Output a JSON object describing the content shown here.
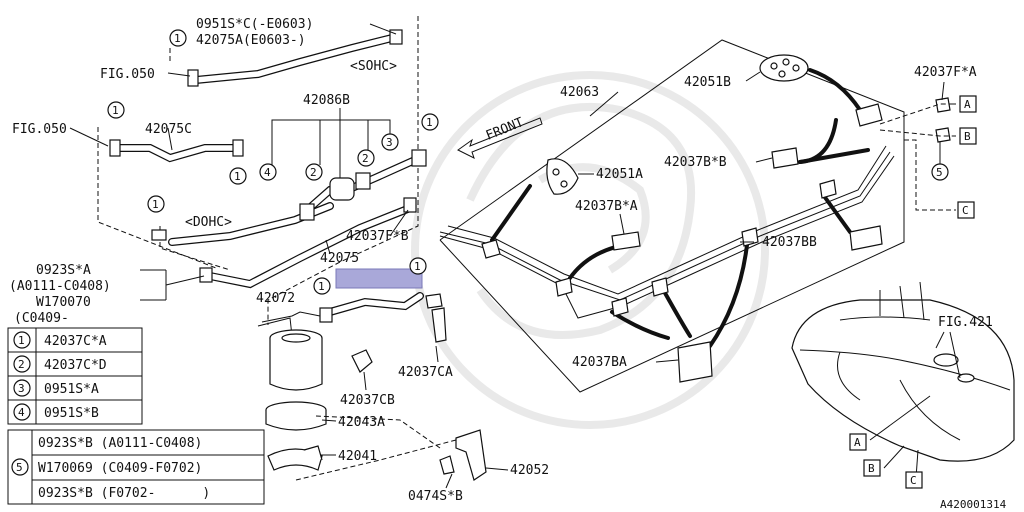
{
  "labels": {
    "p0951sc": "0951S*C(-E0603)",
    "p42075a": "42075A(E0603-)",
    "sohc": "<SOHC>",
    "fig050_top": "FIG.050",
    "p42086b": "42086B",
    "fig050_left": "FIG.050",
    "p42075c": "42075C",
    "dohc": "<DOHC>",
    "p42037fb": "42037F*B",
    "p42075": "42075",
    "p0923sa": "0923S*A",
    "p0923sa_range": "(A0111-C0408)",
    "w170070": "W170070",
    "c0409": "(C0409-",
    "p42072": "42072",
    "p42037ca": "42037CA",
    "p42037cb": "42037CB",
    "p42043a": "42043A",
    "p42041": "42041",
    "p42052": "42052",
    "p0474sb": "0474S*B",
    "p42063": "42063",
    "front": "FRONT",
    "p42051b": "42051B",
    "p42051a": "42051A",
    "p42037bb_star": "42037B*B",
    "p42037ba_star": "42037B*A",
    "p42037bb": "42037BB",
    "p42037ba": "42037BA",
    "p42037fa": "42037F*A",
    "fig421": "FIG.421",
    "diagram_id": "A420001314"
  },
  "callouts": {
    "c1": "1",
    "c2": "2",
    "c3": "3",
    "c4": "4",
    "c5": "5",
    "A": "A",
    "B": "B",
    "C": "C"
  },
  "legend": {
    "rows": [
      {
        "num": "1",
        "part": "42037C*A"
      },
      {
        "num": "2",
        "part": "42037C*D"
      },
      {
        "num": "3",
        "part": "0951S*A"
      },
      {
        "num": "4",
        "part": "0951S*B"
      }
    ],
    "group5": {
      "num": "5",
      "rows": [
        "0923S*B (A0111-C0408)",
        "W170069 (C0409-F0702)",
        "0923S*B (F0702-      )"
      ]
    }
  }
}
